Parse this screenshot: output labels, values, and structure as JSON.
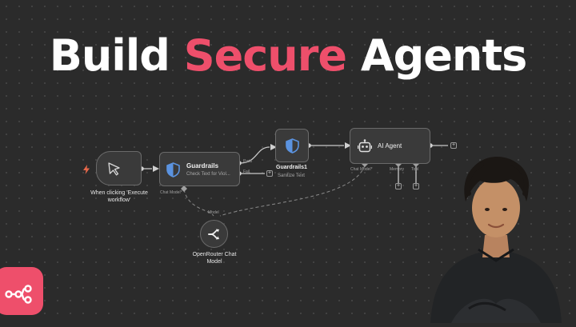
{
  "headline": {
    "part1": "Build",
    "part2": "Secure",
    "part3": "Agents"
  },
  "colors": {
    "accent": "#ee4f6b",
    "background": "#2b2b2b",
    "node": "#3a3a3a",
    "shield": "#5b93e0"
  },
  "workflow": {
    "trigger": {
      "icon": "cursor-icon",
      "label": "When clicking 'Execute workflow'"
    },
    "guardrails": {
      "icon": "shield-icon",
      "title": "Guardrails",
      "subtitle": "Check Text for Viol...",
      "port_pass": "Pass",
      "port_fail": "Fail",
      "port_model": "Chat Model*"
    },
    "guardrails1": {
      "icon": "shield-icon",
      "title": "Guardrails1",
      "subtitle": "Sanitize Text"
    },
    "agent": {
      "icon": "robot-icon",
      "title": "AI Agent",
      "port_model": "Chat Model*",
      "port_memory": "Memory",
      "port_tool": "Tool"
    },
    "openrouter": {
      "icon": "openrouter-icon",
      "label_line1": "OpenRouter Chat",
      "label_line2": "Model",
      "port_label": "Model"
    },
    "add_symbol": "+"
  }
}
